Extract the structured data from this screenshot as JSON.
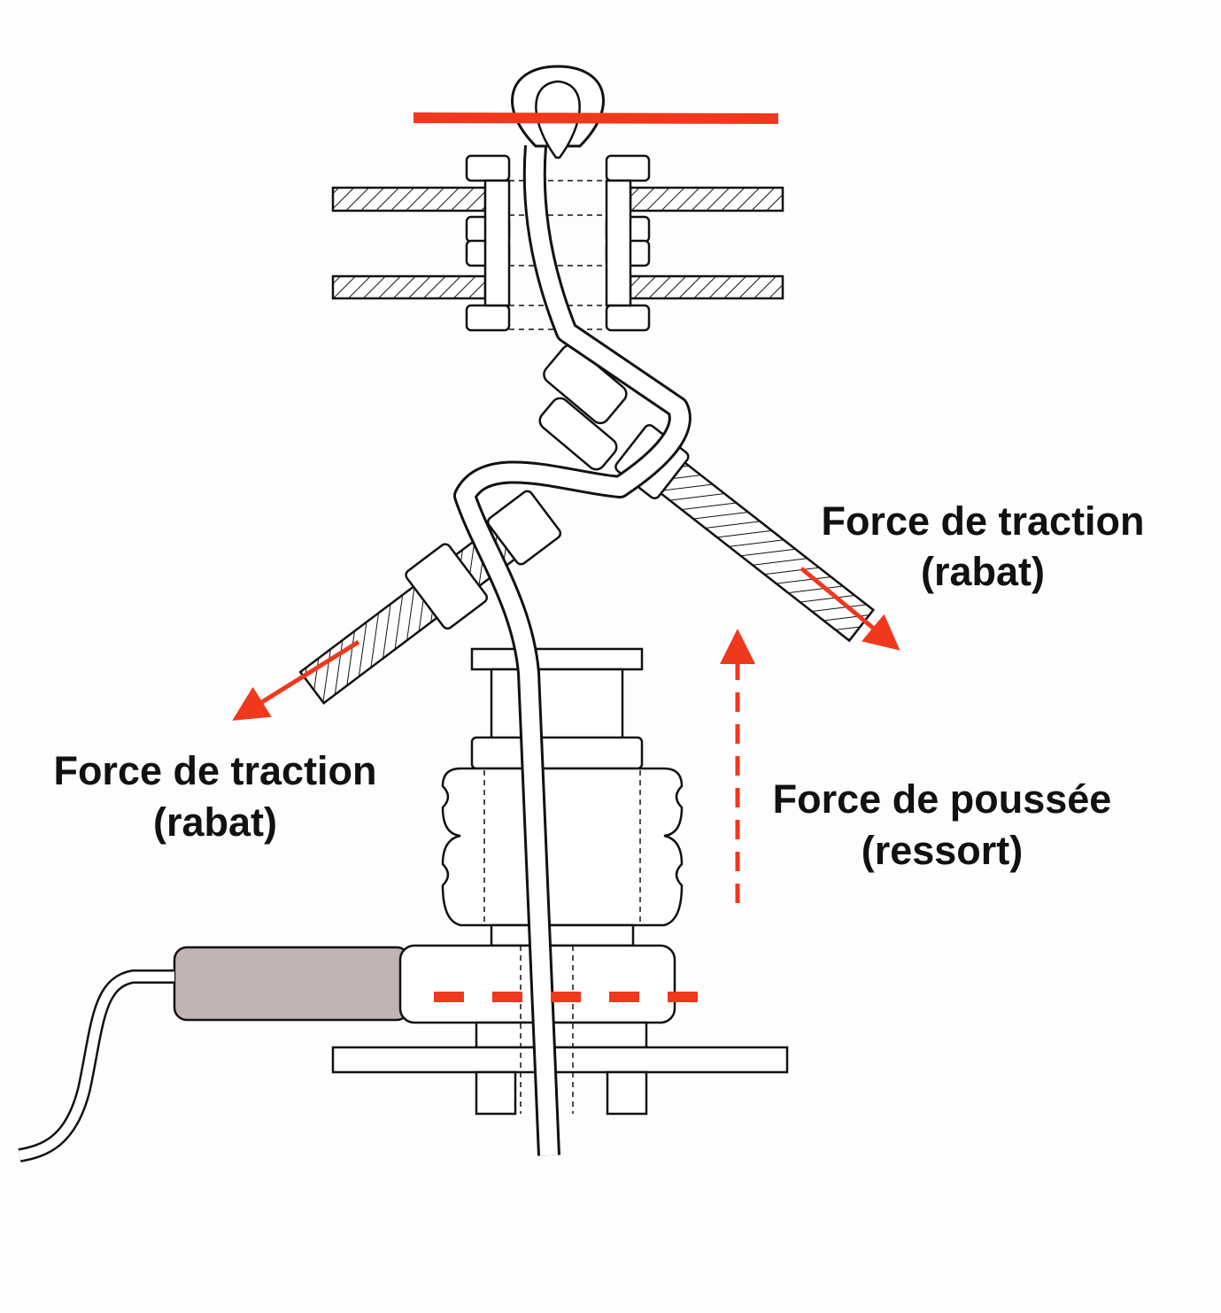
{
  "labels": {
    "right_traction": {
      "line1": "Force de traction",
      "line2": "(rabat)"
    },
    "left_traction": {
      "line1": "Force de traction",
      "line2": "(rabat)"
    },
    "push": {
      "line1": "Force de poussée",
      "line2": "(ressort)"
    }
  },
  "colors": {
    "accent_red": "#f0381c",
    "line": "#111111",
    "sensor_gray": "#c0b4b4"
  }
}
